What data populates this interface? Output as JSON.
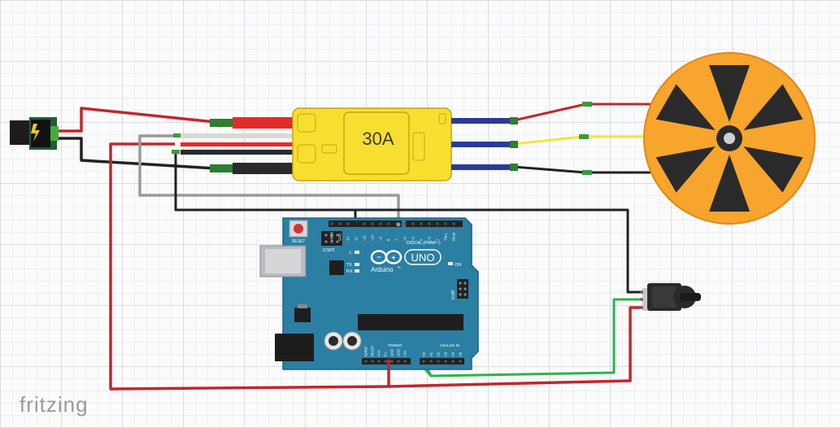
{
  "app": {
    "name": "fritzing"
  },
  "esc": {
    "label": "30A"
  },
  "arduino": {
    "reset_label": "RESET",
    "icsp2_label": "ICSP2",
    "brand_label": "Arduino",
    "tm_label": "™",
    "model_label": "UNO",
    "on_label": "ON",
    "l_label": "L",
    "tx_label": "TX",
    "rx_label": "RX",
    "digital_label": "DIGITAL (PWM=~)",
    "power_label": "POWER",
    "analog_label": "ANALOG IN",
    "icsp_label": "ICSP",
    "digital_pins": [
      "AREF",
      "GND",
      "13",
      "12",
      "~11",
      "~10",
      "~9",
      "8",
      "7",
      "~6",
      "~5",
      "4",
      "~3",
      "2",
      "TX▸1",
      "RX◂0"
    ],
    "power_pins": [
      "IOREF",
      "RESET",
      "3V3",
      "5V",
      "GND",
      "GND",
      "VIN"
    ],
    "analog_pins": [
      "A0",
      "A1",
      "A2",
      "A3",
      "A4",
      "A5"
    ]
  },
  "colors": {
    "wire_red": "#c1272d",
    "wire_black": "#222222",
    "wire_gray": "#9a9a9a",
    "wire_green": "#2fb24a",
    "wire_yellow": "#f2e63a",
    "wire_blue": "#2b3a9a",
    "esc_body": "#f7df2f",
    "motor_orange": "#f7a52c",
    "board_teal": "#2a7fa3"
  }
}
